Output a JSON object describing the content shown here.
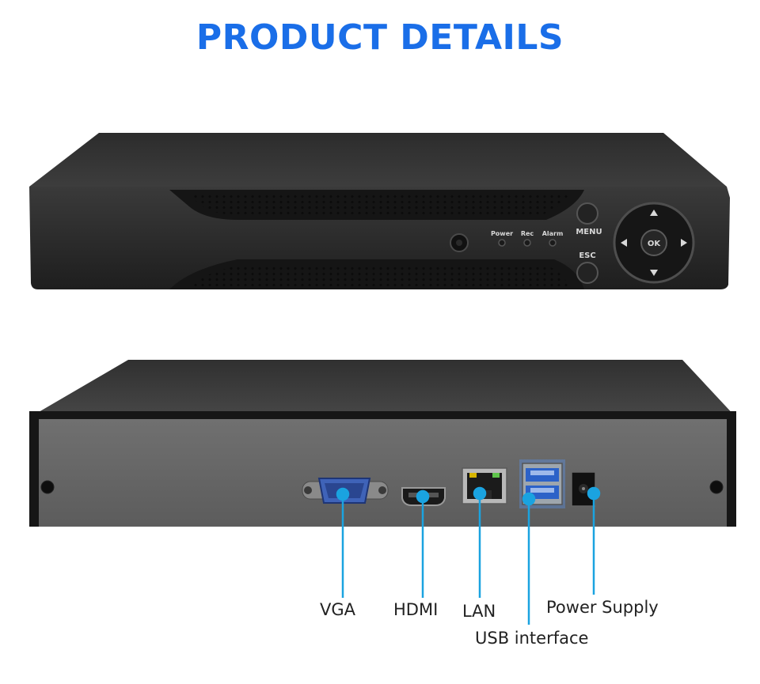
{
  "page": {
    "title": "PRODUCT DETAILS"
  },
  "front_panel": {
    "led_labels": [
      "Power",
      "Rec",
      "Alarm"
    ],
    "button_menu": "MENU",
    "button_esc": "ESC",
    "button_ok": "OK"
  },
  "rear_panel": {
    "ports": [
      {
        "name": "VGA"
      },
      {
        "name": "HDMI"
      },
      {
        "name": "LAN"
      },
      {
        "name": "USB interface"
      },
      {
        "name": "Power Supply"
      }
    ],
    "callout_color": "#1aa3e0"
  }
}
